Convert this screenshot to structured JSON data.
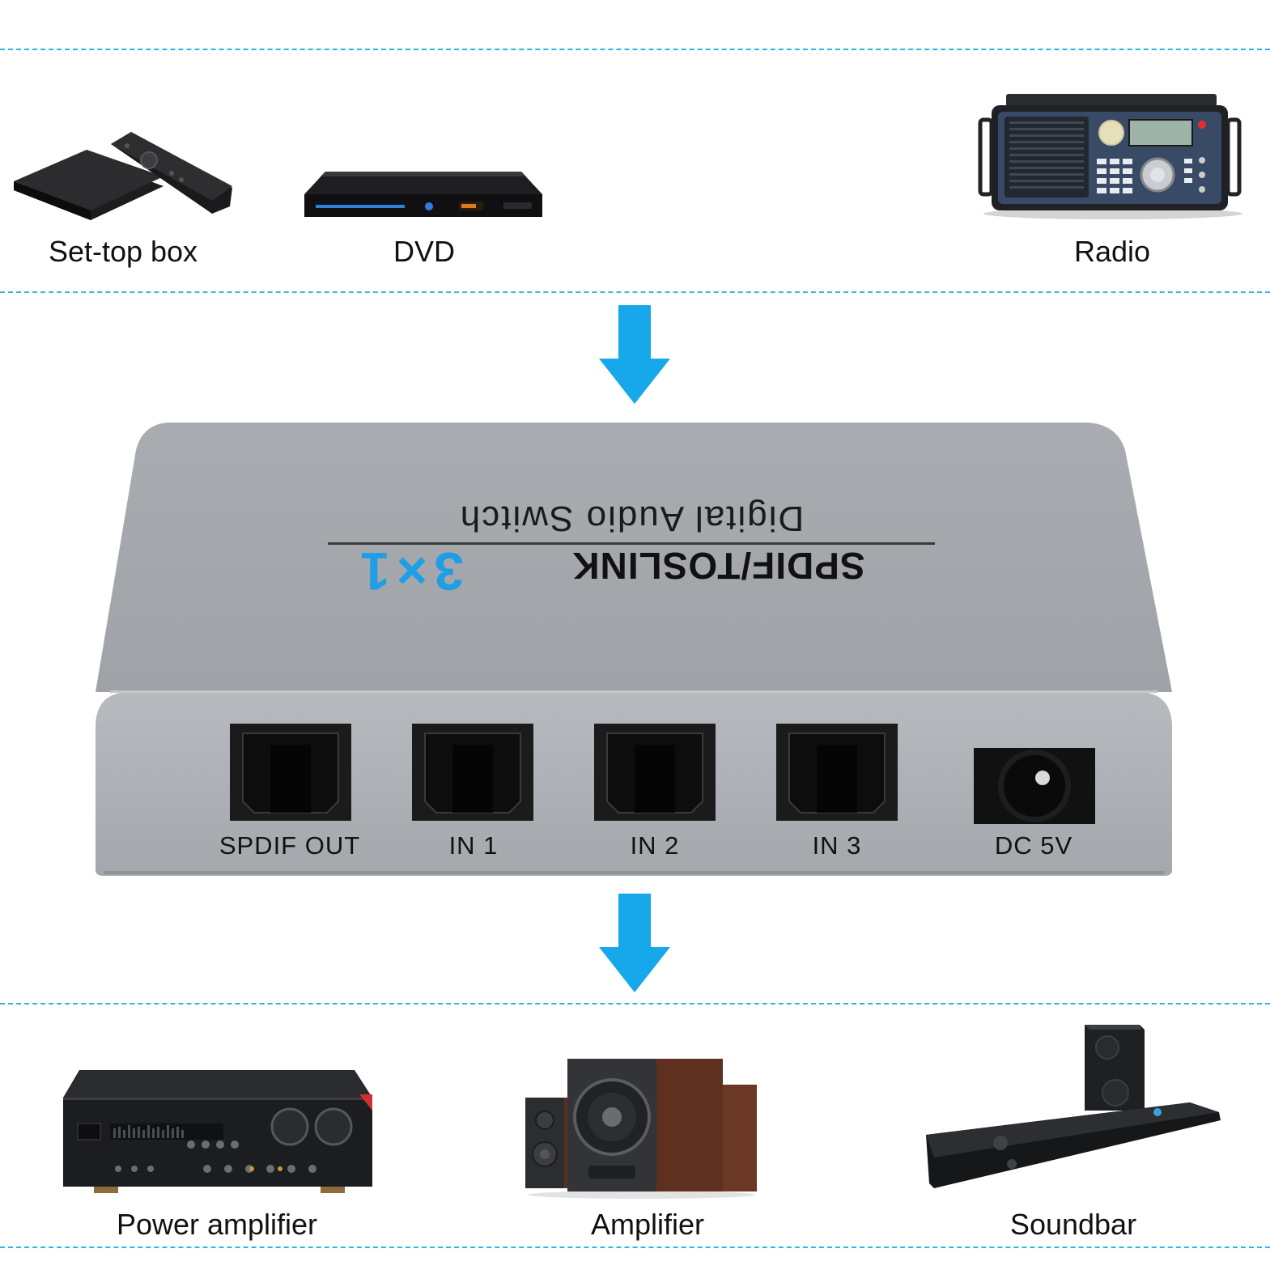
{
  "sources": [
    {
      "label": "Set-top box",
      "icon": "set-top-box-icon"
    },
    {
      "label": "DVD",
      "icon": "dvd-player-icon"
    },
    {
      "label": "Radio",
      "icon": "radio-icon"
    }
  ],
  "outputs": [
    {
      "label": "Power amplifier",
      "icon": "power-amplifier-icon"
    },
    {
      "label": "Amplifier",
      "icon": "speakers-icon"
    },
    {
      "label": "Soundbar",
      "icon": "soundbar-icon"
    }
  ],
  "switch": {
    "title": "Digital Audio Switch",
    "product": "SPDIF/TOSLINK",
    "config": "3×1",
    "ports": [
      "SPDIF OUT",
      "IN 1",
      "IN 2",
      "IN 3",
      "DC 5V"
    ]
  },
  "colors": {
    "accent": "#1e9ee6",
    "dashed_border": "#29b6e0",
    "case": "#a3a6ab"
  }
}
